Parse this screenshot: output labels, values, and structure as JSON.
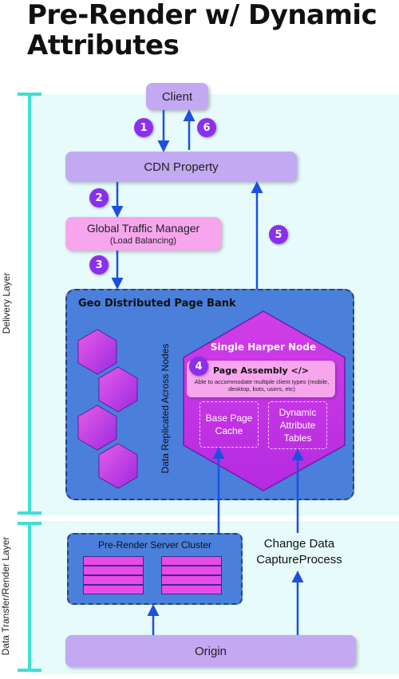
{
  "title": "Pre-Render w/ Dynamic Attributes",
  "layers": {
    "delivery": "Delivery Layer",
    "render": "Data Transfer/Render Layer"
  },
  "nodes": {
    "client": "Client",
    "cdn": "CDN Property",
    "gtm_line1": "Global Traffic Manager",
    "gtm_line2": "(Load Balancing)",
    "page_bank": "Geo Distributed Page Bank",
    "replicated": "Data Replicated Across Nodes",
    "harper_node": "Single Harper Node",
    "page_assembly": "Page Assembly </>",
    "page_assembly_desc": "Able to accommodate multiple client types (mobile, desktop, bots, users, etc)",
    "base_cache": "Base Page Cache",
    "dynamic_tables": "Dynamic Attribute Tables",
    "cluster": "Pre-Render Server Cluster",
    "cdc": "Change Data CaptureProcess",
    "origin": "Origin"
  },
  "steps": [
    "1",
    "2",
    "3",
    "4",
    "5",
    "6"
  ],
  "colors": {
    "accent_purple": "#8c2ef0",
    "lavender_box": "#c3a8f2",
    "pink_box": "#f7a6ee",
    "bank_blue": "#4a7fdc",
    "layer_band": "#e6fbfa",
    "layer_bracket": "#3ee0d2",
    "arrow_blue": "#1f4fe0"
  }
}
